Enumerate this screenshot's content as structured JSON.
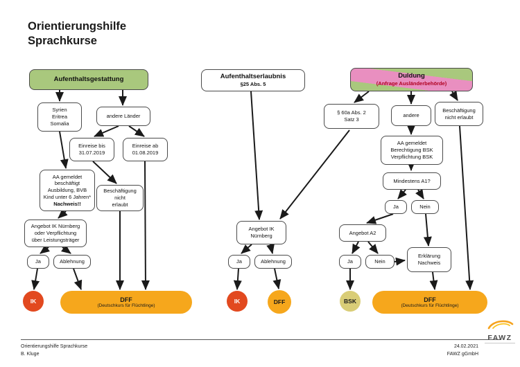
{
  "page": {
    "title": "Orientierungshilfe\nSprachkurse"
  },
  "col1": {
    "header": "Aufenthaltsgestattung",
    "syrien": "Syrien\nEritrea\nSomalia",
    "andere_laender": "andere Länder",
    "einreise_bis": "Einreise bis\n31.07.2019",
    "einreise_ab": "Einreise ab\n01.08.2019",
    "aa_text": "AA gemeldet\nbeschäftigt\nAusbildung, BVB\nKind unter 6 Jahren*",
    "aa_bold": "Nachweis!!",
    "beschaeftigung": "Beschäftigung\nnicht\nerlaubt",
    "angebot_ik": "Angebot IK Nürnberg\noder Verpflichtung\nüber Leistungsträger",
    "ja": "Ja",
    "ablehnung": "Ablehnung",
    "ik": "IK",
    "dff": "DFF",
    "dff_sub": "(Deutschkurs für Flüchtlinge)"
  },
  "col2": {
    "header": "Aufenthaltserlaubnis",
    "header_sub": "§25 Abs. 5",
    "angebot_ik": "Angebot IK\nNürnberg",
    "ja": "Ja",
    "ablehnung": "Ablehnung",
    "ik": "IK",
    "dff": "DFF"
  },
  "col3": {
    "header": "Duldung",
    "header_sub": "(Anfrage Ausländerbehörde)",
    "p60a": "§ 60a Abs. 2\nSatz 3",
    "andere": "andere",
    "beschaeftigung": "Beschäftigung\nnicht erlaubt",
    "aa": "AA gemeldet\nBerechtigung BSK\nVerpflichtung BSK",
    "mindestens": "Mindestens A1?",
    "ja1": "Ja",
    "nein1": "Nein",
    "angebot_a2": "Angebot A2",
    "ja2": "Ja",
    "nein2": "Nein",
    "erklaerung": "Erklärung\nNachweis",
    "bsk": "BSK",
    "dff": "DFF",
    "dff_sub": "(Deutschkurs für Flüchtlinge)"
  },
  "footer": {
    "left": "Orientierungshilfe Sprachkurse\nB. Kluge",
    "right": "24.02.2021\nFAWZ gGmbH",
    "logo": "FAWZ"
  },
  "colors": {
    "status_green": "#a9c87d",
    "duldung_pink": "#e98fc0",
    "duldung_subtitle_red": "#b00020",
    "ik_red": "#e2491f",
    "dff_orange": "#f6a71c",
    "bsk_khaki": "#d9cd77",
    "arrow_black": "#1a1a1a"
  }
}
